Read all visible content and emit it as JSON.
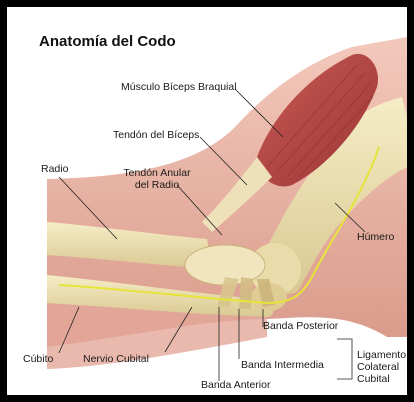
{
  "title": "Anatomía del Codo",
  "labels": {
    "biceps_muscle": "Músculo Bíceps Braquial",
    "biceps_tendon": "Tendón del Bíceps",
    "annular_tendon_l1": "Tendón Anular",
    "annular_tendon_l2": "del Radio",
    "radius": "Radio",
    "humerus": "Húmero",
    "posterior_band": "Banda Posterior",
    "intermediate_band": "Banda Intermedia",
    "anterior_band": "Banda Anterior",
    "ulna": "Cúbito",
    "ulnar_nerve": "Nervio Cubital",
    "ligament_l1": "Ligamento",
    "ligament_l2": "Colateral",
    "ligament_l3": "Cubital"
  },
  "colors": {
    "skin": "#e9b7a8",
    "skin_dark": "#c98e80",
    "bone": "#efe4b4",
    "bone_shade": "#cfc08a",
    "muscle": "#b84a4a",
    "nerve": "#e6e43a",
    "frame": "#000000"
  }
}
